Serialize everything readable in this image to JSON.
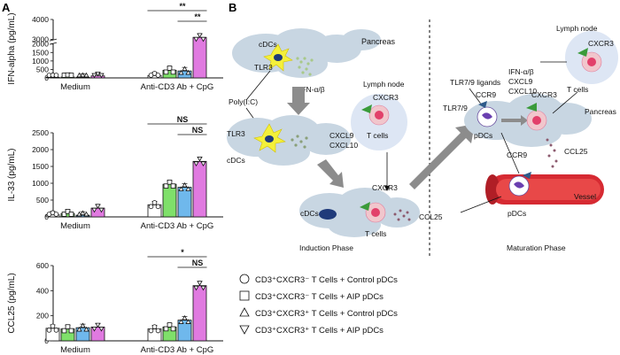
{
  "panel_a_label": "A",
  "panel_b_label": "B",
  "colors": {
    "control_cd3neg": "#ffffff",
    "aip_cd3neg": "#7fe06a",
    "control_cd3pos": "#6fb8ec",
    "aip_cd3pos": "#e07ae0"
  },
  "chart_data": [
    {
      "type": "bar",
      "ylabel": "IFN-alpha (pg/mL)",
      "yticks": [
        0,
        500,
        1000,
        1500,
        2000,
        3000,
        4000
      ],
      "axis_break": [
        2000,
        3000
      ],
      "ylim": [
        0,
        4000
      ],
      "groups": [
        "Medium",
        "Anti-CD3 Ab + CpG"
      ],
      "series": [
        {
          "values": [
            40,
            140
          ]
        },
        {
          "values": [
            50,
            450
          ]
        },
        {
          "values": [
            40,
            410
          ]
        },
        {
          "values": [
            120,
            3100
          ]
        }
      ],
      "significance": [
        "**",
        "**"
      ]
    },
    {
      "type": "bar",
      "ylabel": "IL-33 (pg/mL)",
      "yticks": [
        0,
        500,
        1000,
        1500,
        2000,
        2500
      ],
      "ylim": [
        0,
        2500
      ],
      "groups": [
        "Medium",
        "Anti-CD3 Ab + CpG"
      ],
      "series": [
        {
          "values": [
            60,
            360
          ]
        },
        {
          "values": [
            100,
            970
          ]
        },
        {
          "values": [
            50,
            880
          ]
        },
        {
          "values": [
            260,
            1650
          ]
        }
      ],
      "significance": [
        "NS",
        "NS"
      ]
    },
    {
      "type": "bar",
      "ylabel": "CCL25 (pg/mL)",
      "yticks": [
        0,
        200,
        400,
        600
      ],
      "ylim": [
        0,
        600
      ],
      "groups": [
        "Medium",
        "Anti-CD3 Ab + CpG"
      ],
      "series": [
        {
          "values": [
            100,
            95
          ]
        },
        {
          "values": [
            95,
            110
          ]
        },
        {
          "values": [
            105,
            165
          ]
        },
        {
          "values": [
            110,
            440
          ]
        }
      ],
      "significance": [
        "*",
        "NS"
      ]
    }
  ],
  "legend": [
    {
      "symbol": "circle",
      "text": "CD3⁺CXCR3⁻ T Cells + Control pDCs"
    },
    {
      "symbol": "square",
      "text": "CD3⁺CXCR3⁻ T Cells + AIP pDCs"
    },
    {
      "symbol": "triangle-up",
      "text": "CD3⁺CXCR3⁺ T Cells + Control pDCs"
    },
    {
      "symbol": "triangle-down",
      "text": "CD3⁺CXCR3⁺ T Cells + AIP pDCs"
    }
  ],
  "diagram": {
    "pancreas_1": "Pancreas",
    "cdcs": "cDCs",
    "tlr3": "TLR3",
    "ifn_ab": "IFN-α/β",
    "polyic": "Poly(I:C)",
    "lymph_node_1": "Lymph node",
    "cxcr3": "CXCR3",
    "t_cells": "T cells",
    "cxcl9": "CXCL9",
    "cxcl10": "CXCL10",
    "ccl25": "CCL25",
    "induction_phase": "Induction Phase",
    "tlr79_ligands": "TLR7/9 ligands",
    "tlr79": "TLR7/9",
    "ccr9": "CCR9",
    "pdcs": "pDCs",
    "pancreas_2": "Pancreas",
    "vessel": "Vessel",
    "lymph_node_2": "Lymph node",
    "maturation_phase": "Maturation Phase"
  }
}
